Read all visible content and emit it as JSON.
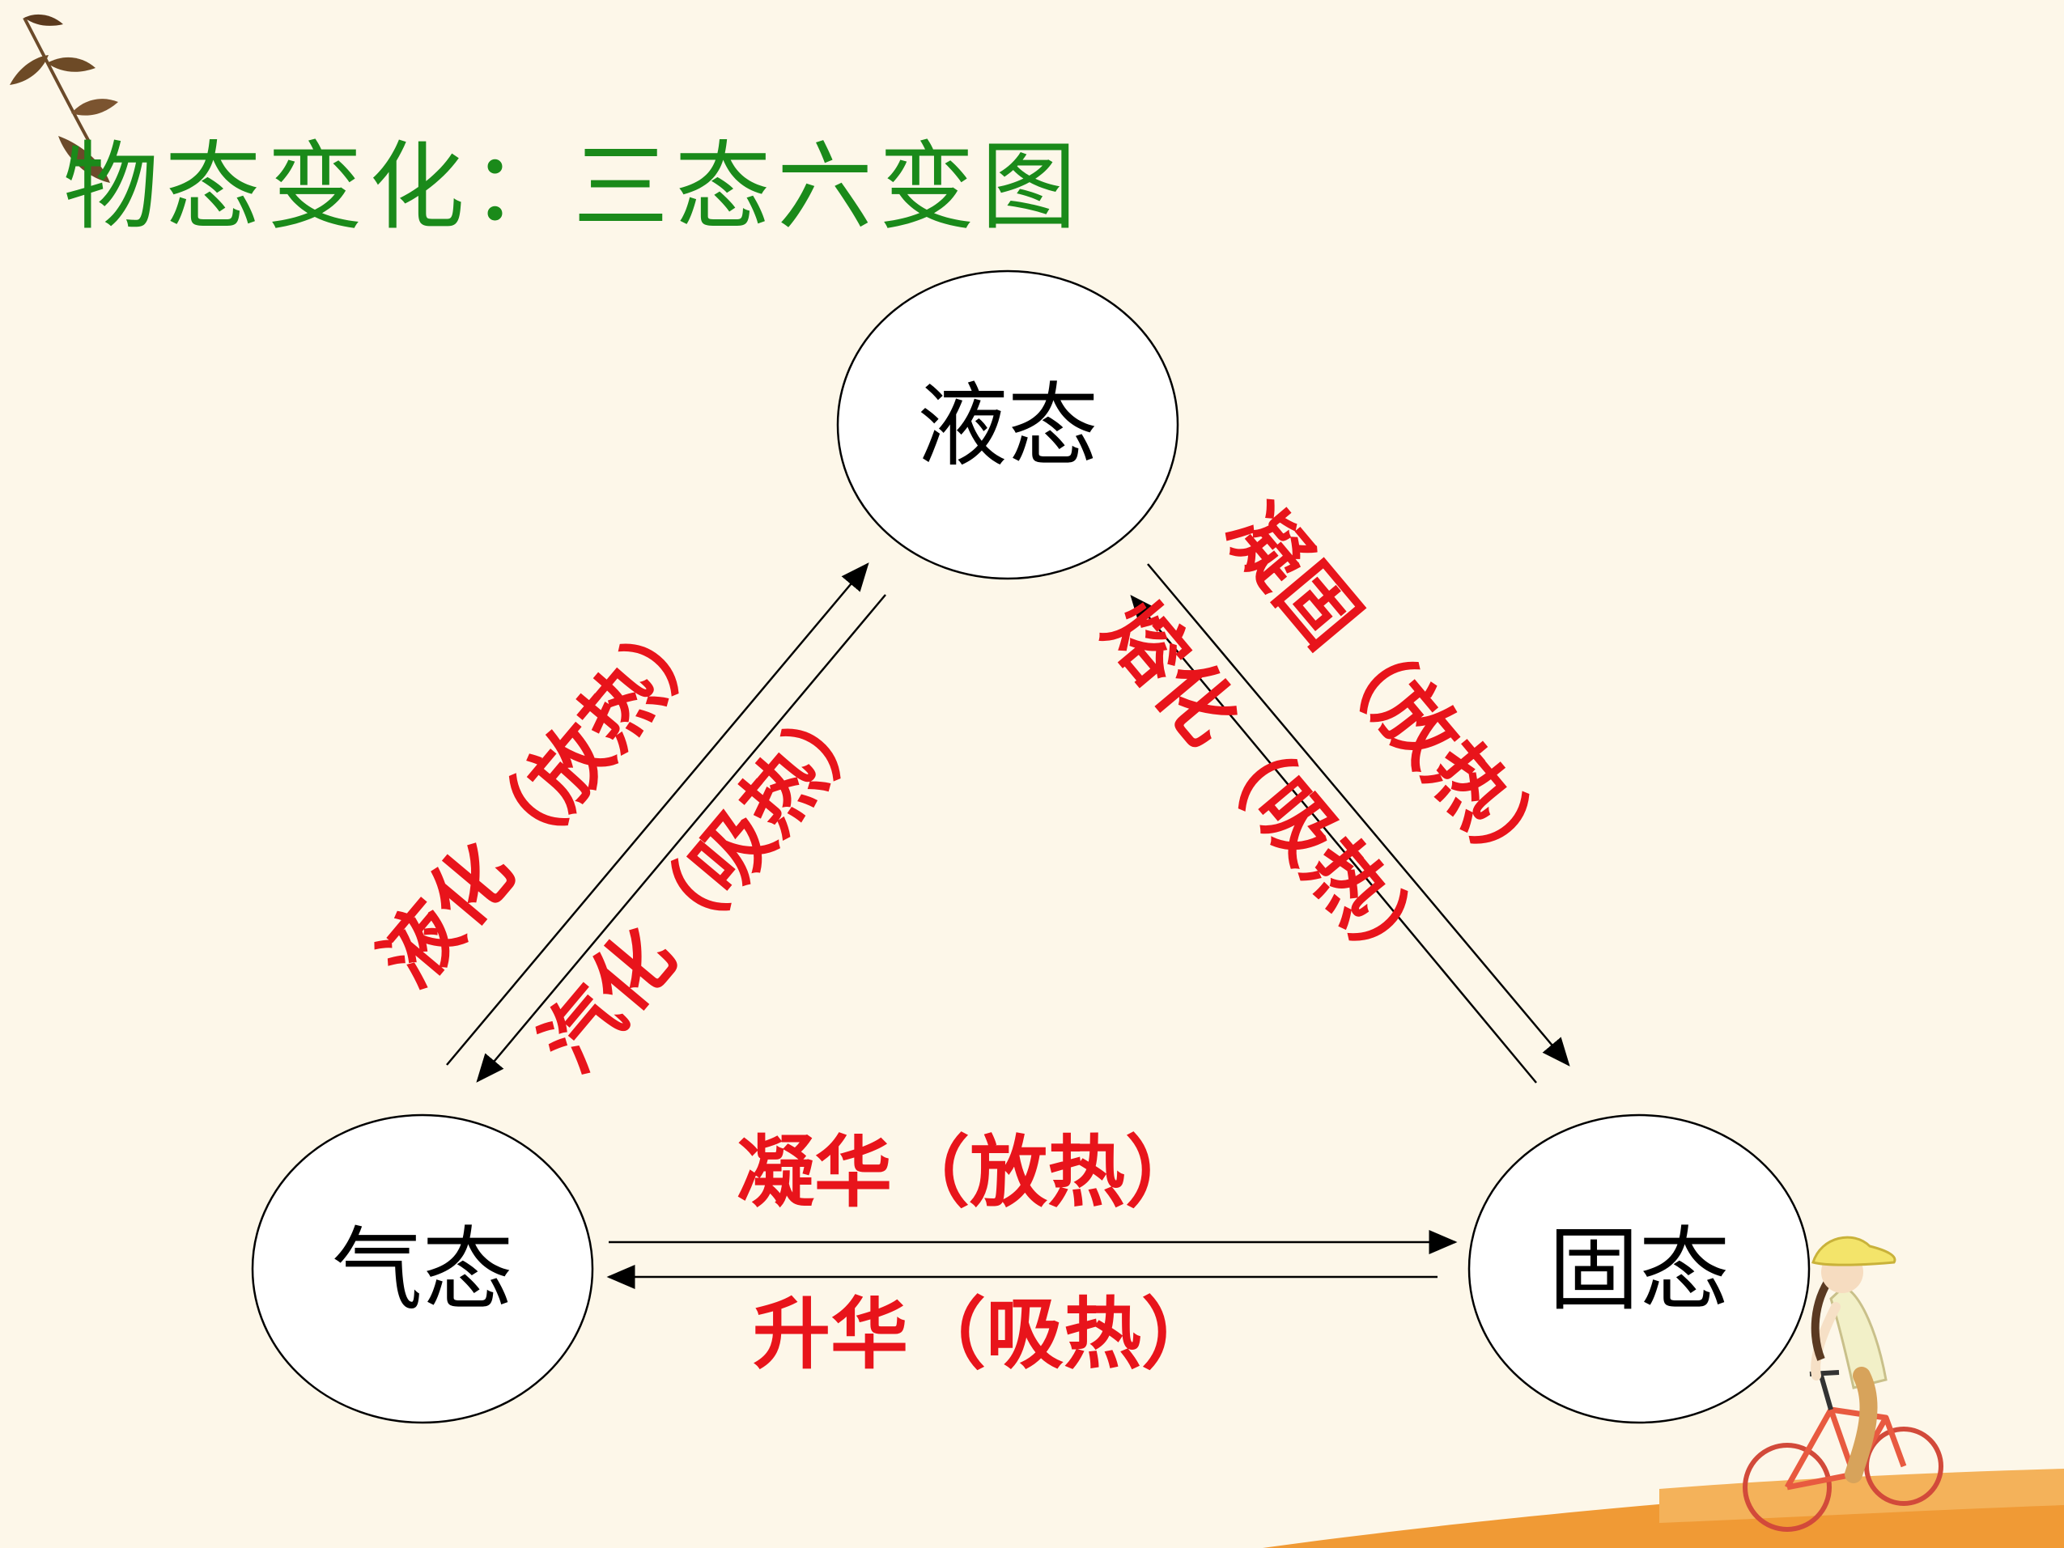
{
  "title": "物态变化：三态六变图",
  "colors": {
    "title": "#1a8a1a",
    "transition_label": "#e8141b",
    "background": "#fdf7e9",
    "node_stroke": "#000000",
    "node_fill": "#ffffff",
    "arrow": "#000000"
  },
  "states": {
    "liquid": "液态",
    "gas": "气态",
    "solid": "固态"
  },
  "transitions": {
    "liquefaction": "液化（放热）",
    "vaporization": "汽化（吸热）",
    "solidification": "凝固（放热）",
    "melting": "熔化（吸热）",
    "deposition": "凝华（放热）",
    "sublimation": "升华（吸热）"
  },
  "decorations": {
    "top_left": "leaf-branch-icon",
    "bottom_right": "girl-on-bicycle-icon"
  }
}
